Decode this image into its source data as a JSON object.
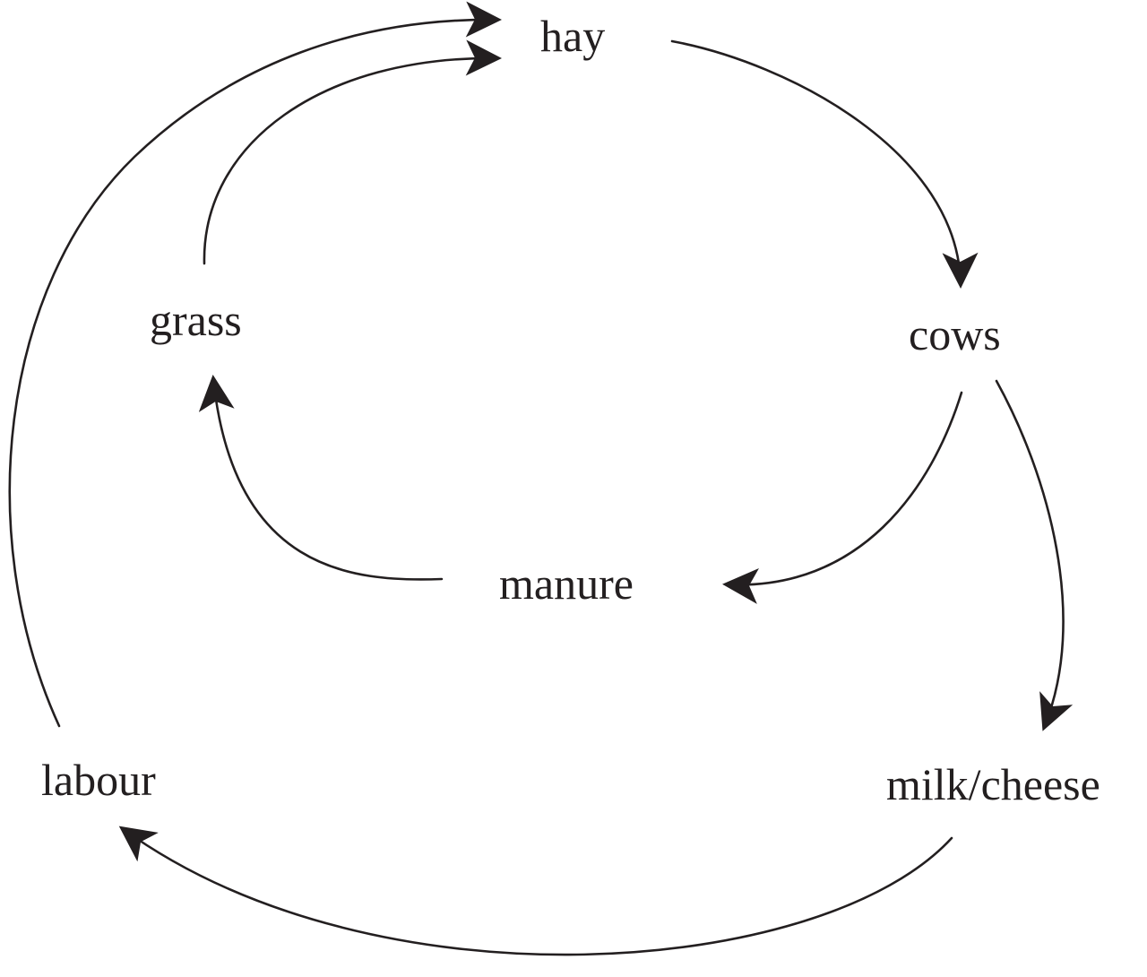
{
  "nodes": {
    "hay": "hay",
    "cows": "cows",
    "grass": "grass",
    "manure": "manure",
    "milk_cheese": "milk/cheese",
    "labour": "labour"
  },
  "edges": [
    {
      "from": "hay",
      "to": "cows"
    },
    {
      "from": "cows",
      "to": "manure"
    },
    {
      "from": "cows",
      "to": "milk_cheese"
    },
    {
      "from": "manure",
      "to": "grass"
    },
    {
      "from": "grass",
      "to": "hay"
    },
    {
      "from": "milk_cheese",
      "to": "labour"
    },
    {
      "from": "labour",
      "to": "hay"
    }
  ],
  "colors": {
    "ink": "#231f20",
    "background": "#ffffff"
  }
}
